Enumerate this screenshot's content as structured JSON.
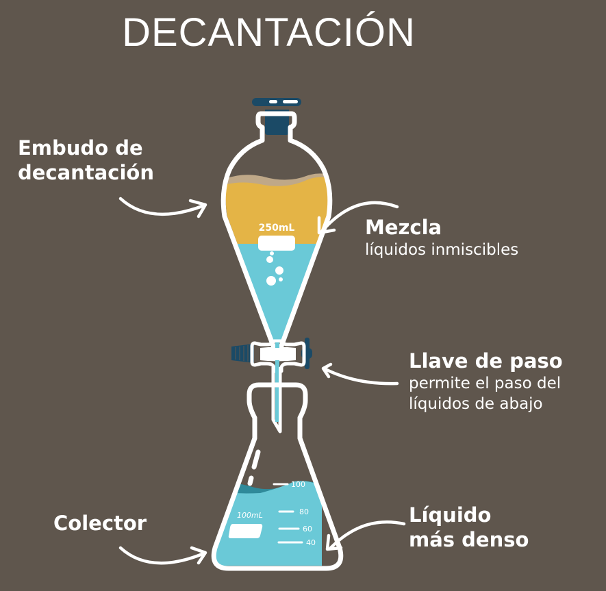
{
  "title": "DECANTACIÓN",
  "colors": {
    "background": "#5f564d",
    "outline": "#ffffff",
    "oil_layer": "#e4b446",
    "oil_top": "#bfa888",
    "water_layer": "#6ac9d7",
    "water_dark": "#2f8a9a",
    "stopper": "#1b4a66"
  },
  "labels": {
    "funnel": {
      "line1": "Embudo de",
      "line2": "decantación"
    },
    "mixture": {
      "title": "Mezcla",
      "desc": "líquidos inmiscibles"
    },
    "stopcock": {
      "title": "Llave de paso",
      "desc1": "permite el paso del",
      "desc2": "líquidos de abajo"
    },
    "collector": {
      "title": "Colector"
    },
    "dense_liquid": {
      "line1": "Líquido",
      "line2": "más denso"
    }
  },
  "funnel": {
    "volume_label": "250mL"
  },
  "flask": {
    "volume_label": "100mL",
    "graduations": [
      "100",
      "80",
      "60",
      "40"
    ]
  }
}
